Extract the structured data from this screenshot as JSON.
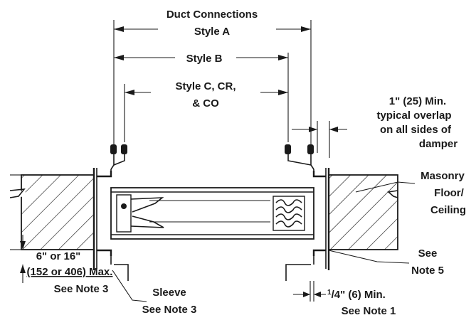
{
  "labels": {
    "duct_connections_line1": "Duct Connections",
    "duct_connections_line2": "Style A",
    "style_b": "Style B",
    "style_c_line1": "Style C, CR,",
    "style_c_line2": "& CO",
    "overlap_line1": "1\" (25) Min.",
    "overlap_line2": "typical overlap",
    "overlap_line3": "on all sides of",
    "overlap_line4": "damper",
    "masonry_line1": "Masonry",
    "masonry_line2": "Floor/",
    "masonry_line3": "Ceiling",
    "see_note5_line1": "See",
    "see_note5_line2": "Note 5",
    "thickness_line1": "6\" or 16\"",
    "thickness_line2": "(152 or 406) Max.",
    "thickness_line3": "See Note 3",
    "sleeve_line1": "Sleeve",
    "sleeve_line2": "See Note 3",
    "gap_line1_num": "1",
    "gap_line1_den": "/4\" (6) Min.",
    "gap_line2": "See Note 1"
  }
}
